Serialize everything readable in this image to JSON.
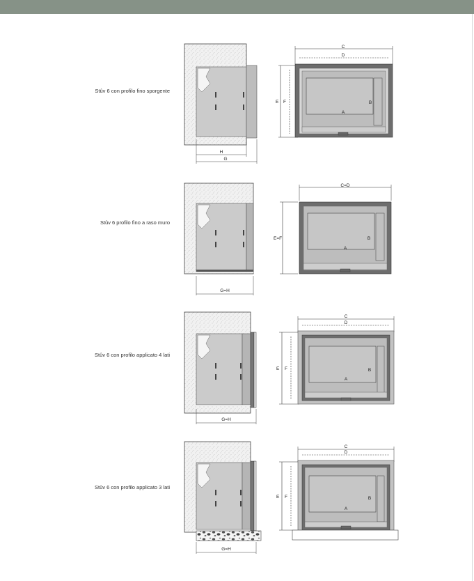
{
  "rows": [
    {
      "caption": "Stûv 6 con profilo fino sporgente",
      "side": {
        "h": "H",
        "g": "G"
      },
      "front": {
        "c": "C",
        "d": "D",
        "e": "E",
        "f": "F",
        "a": "A",
        "b": "B"
      }
    },
    {
      "caption": "Stûv 6 profilo fino a raso muro",
      "side": {
        "gh": "G=H"
      },
      "front": {
        "cd": "C=D",
        "ef": "E=F",
        "a": "A",
        "b": "B"
      }
    },
    {
      "caption": "Stûv 6 con profilo applicato 4 lati",
      "side": {
        "gh": "G=H"
      },
      "front": {
        "c": "C",
        "d": "D",
        "e": "E",
        "f": "F",
        "a": "A",
        "b": "B"
      }
    },
    {
      "caption": "Stûv 6 con profilo applicato 3 lati",
      "side": {
        "gh": "G=H"
      },
      "front": {
        "c": "C",
        "d": "D",
        "e": "E",
        "f": "F",
        "a": "A",
        "b": "B"
      }
    }
  ],
  "colors": {
    "header_bar": "#869287",
    "wall_fill": "#efefef",
    "stove_body": "#c9c9c9",
    "frame_dark": "#555555",
    "glass": "#c4c4c4"
  }
}
